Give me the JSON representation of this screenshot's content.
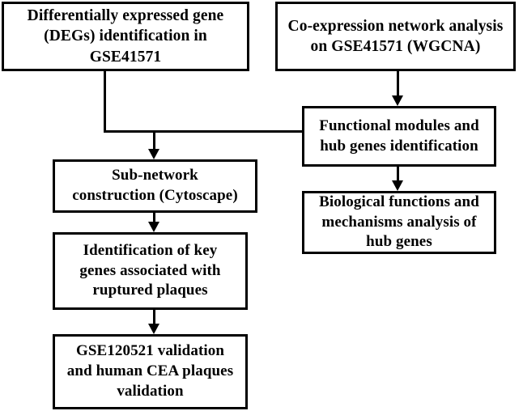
{
  "diagram": {
    "title": "Study workflow flowchart",
    "background_color": "#ffffff",
    "line_color": "#000000",
    "nodes": {
      "degs": {
        "label": "Differentially expressed gene\n(DEGs) identification in\nGSE41571"
      },
      "wgcna": {
        "label": "Co-expression network analysis\non GSE41571 (WGCNA)"
      },
      "modules": {
        "label": "Functional modules and\nhub genes identification"
      },
      "biofunc": {
        "label": "Biological functions and\nmechanisms analysis  of\nhub genes"
      },
      "subnet": {
        "label": "Sub-network\nconstruction (Cytoscape)"
      },
      "keygenes": {
        "label": "Identification of key\ngenes associated with\nruptured plaques"
      },
      "validation": {
        "label": "GSE120521 validation\nand human CEA plaques\nvalidation"
      }
    },
    "edges": [
      {
        "from": "degs",
        "to": "subnet",
        "style": "elbow-down-arrow"
      },
      {
        "from": "modules",
        "to": "degs-branch",
        "style": "horizontal-join"
      },
      {
        "from": "wgcna",
        "to": "modules",
        "style": "down-arrow"
      },
      {
        "from": "modules",
        "to": "biofunc",
        "style": "down-arrow"
      },
      {
        "from": "subnet",
        "to": "keygenes",
        "style": "down-arrow"
      },
      {
        "from": "keygenes",
        "to": "validation",
        "style": "down-arrow"
      }
    ]
  }
}
